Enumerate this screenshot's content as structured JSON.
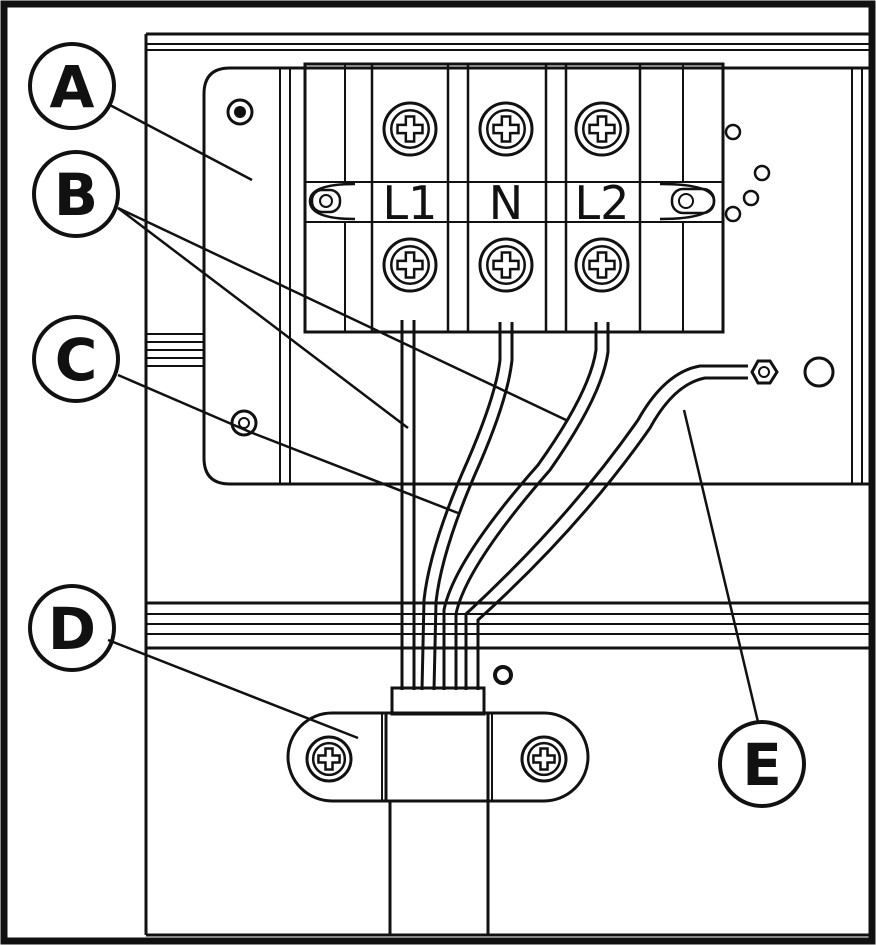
{
  "diagram": {
    "callouts": [
      {
        "letter": "A",
        "target": "terminal-block-cover-plate"
      },
      {
        "letter": "B",
        "target": "power-wires"
      },
      {
        "letter": "C",
        "target": "mounting-screw-and-wire"
      },
      {
        "letter": "D",
        "target": "cord-clamp"
      },
      {
        "letter": "E",
        "target": "ground-wire"
      }
    ],
    "terminals": [
      "L1",
      "N",
      "L2"
    ]
  }
}
